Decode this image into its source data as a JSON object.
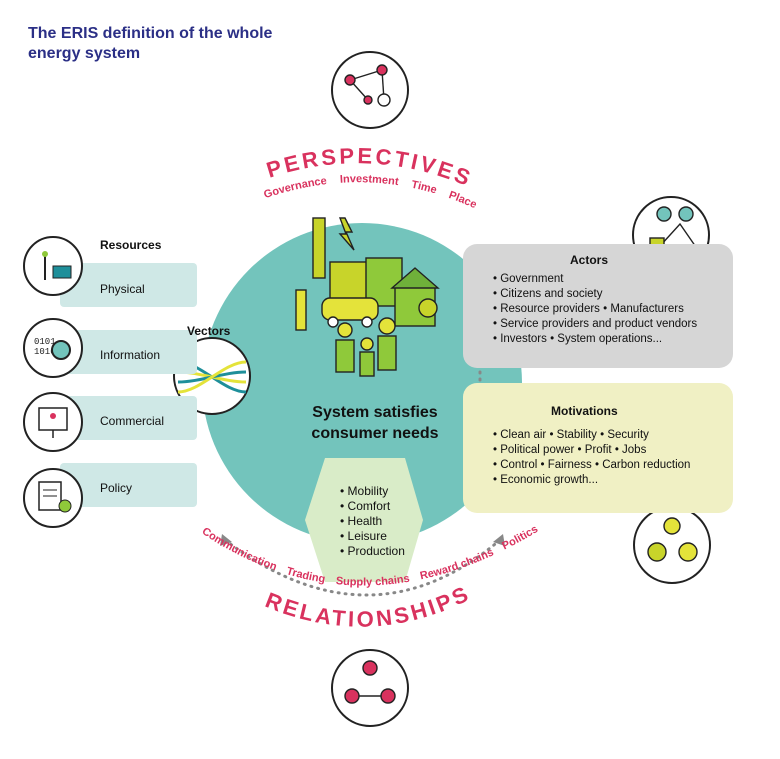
{
  "title": "The ERIS definition of the whole energy system",
  "perspectives": {
    "heading": "PERSPECTIVES",
    "items": [
      "Governance",
      "Investment",
      "Time",
      "Place"
    ]
  },
  "resources": {
    "heading": "Resources",
    "items": [
      "Physical",
      "Information",
      "Commercial",
      "Policy"
    ]
  },
  "vectors": {
    "heading": "Vectors"
  },
  "actors": {
    "heading": "Actors",
    "lines": [
      "• Government",
      "• Citizens and society",
      "• Resource providers  • Manufacturers",
      "• Service providers and product vendors",
      "• Investors   • System operations..."
    ]
  },
  "motivations": {
    "heading": "Motivations",
    "lines": [
      "• Clean air   • Stability   • Security",
      "• Political power   • Profit   • Jobs",
      "• Control   • Fairness   • Carbon reduction",
      "• Economic growth..."
    ]
  },
  "center": {
    "line1": "System satisfies",
    "line2": "consumer needs"
  },
  "needs": [
    "• Mobility",
    "• Comfort",
    "• Health",
    "• Leisure",
    "• Production"
  ],
  "relationships": {
    "heading": "RELATIONSHIPS",
    "items": [
      "Communication",
      "Trading",
      "Supply chains",
      "Reward chains",
      "Politics"
    ]
  },
  "colors": {
    "title": "#2b2f86",
    "accent_red": "#d9325e",
    "teal_circle": "#73c4bc",
    "resource_band": "#cfe8e6",
    "actors_box": "#d6d6d6",
    "motivations_box": "#f0f0c4",
    "needs_hexagon": "#d9ecc8"
  },
  "icons": [
    "network-analysis-icon",
    "solar-wind-icon",
    "binary-magnifier-icon",
    "presentation-board-icon",
    "policy-document-icon",
    "vectors-braid-icon",
    "actors-people-icon",
    "motivation-cycle-icon",
    "relationships-people-icon",
    "industry-family-illustration"
  ]
}
